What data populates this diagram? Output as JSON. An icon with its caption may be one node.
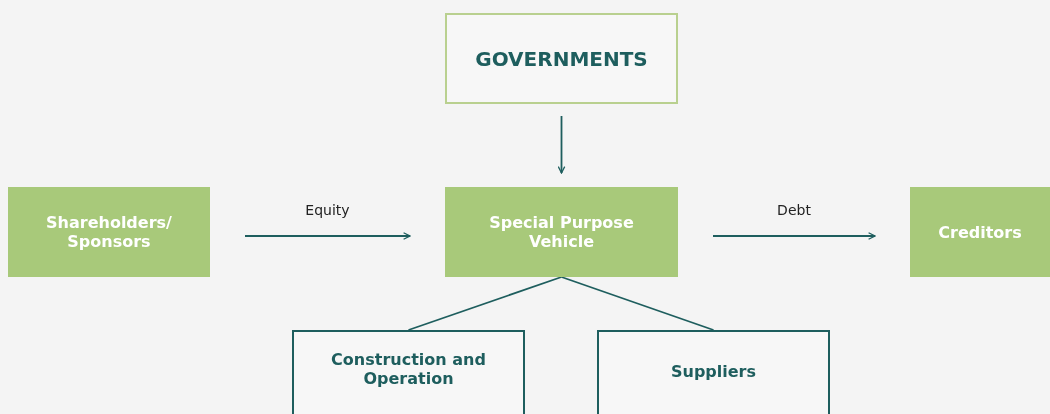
{
  "diagram": {
    "nodes": [
      {
        "text": [
          "GOVERNMENTS"
        ]
      },
      {
        "text": [
          "Shareholders/ Sponsors"
        ]
      },
      {
        "text": [
          "Special Purpose Vehicle"
        ]
      },
      {
        "text": [
          "Creditors"
        ]
      },
      {
        "text": [
          "Construction and Operation"
        ]
      },
      {
        "text": [
          "Suppliers"
        ]
      }
    ],
    "edges": [
      {
        "from": 0,
        "to": 2,
        "arrow": "to"
      },
      {
        "from": 1,
        "to": 2,
        "arrow": "to",
        "label": "Equity"
      },
      {
        "from": 2,
        "to": 3,
        "arrow": "to",
        "label": "Debt"
      },
      {
        "from": 2,
        "to": 4,
        "arrow": "none"
      },
      {
        "from": 2,
        "to": 5,
        "arrow": "none"
      }
    ]
  }
}
